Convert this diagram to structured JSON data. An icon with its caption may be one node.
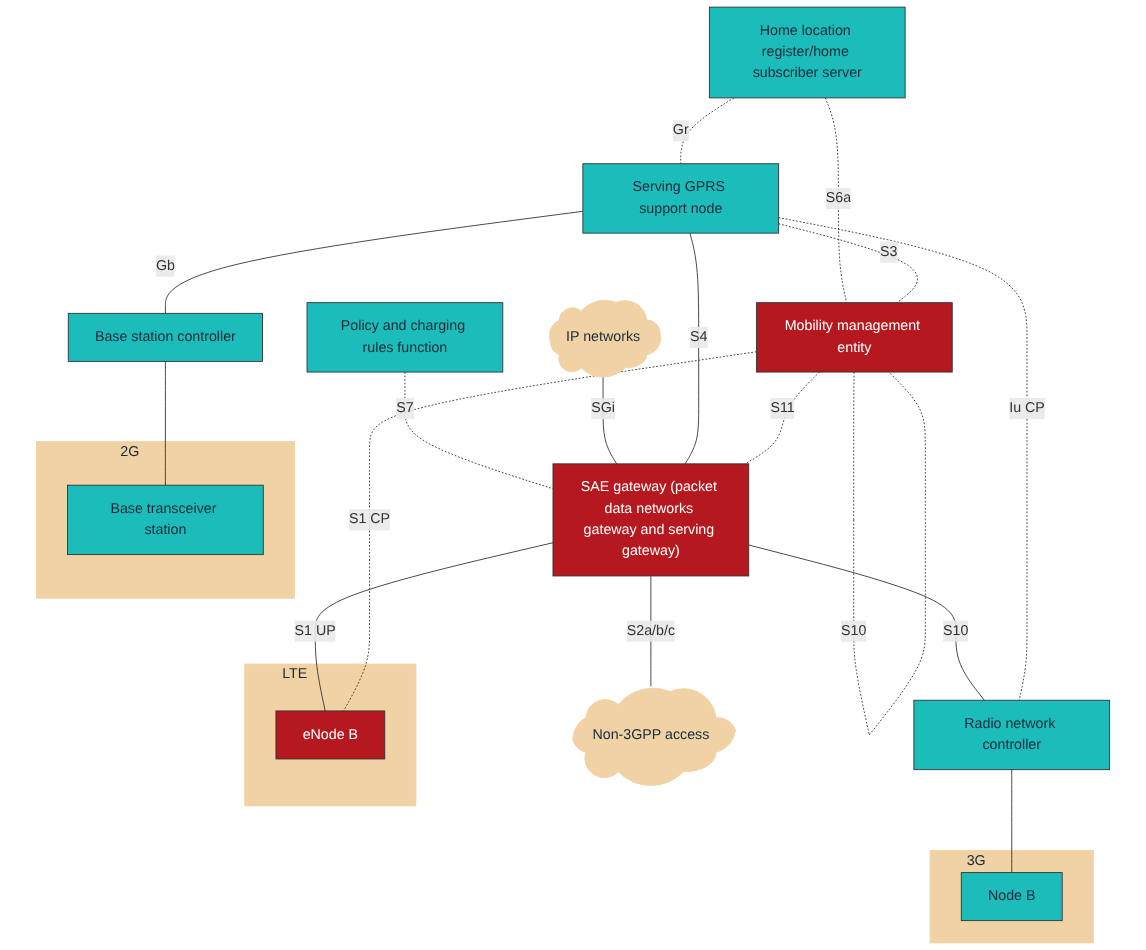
{
  "diagram": {
    "nodes": [
      {
        "text": [
          "Home location register/home subscriber server"
        ]
      },
      {
        "text": [
          "Policy and charging rules function"
        ]
      },
      {
        "text": [
          "IP networks"
        ]
      },
      {
        "text": [
          "Serving GPRS support node"
        ]
      },
      {
        "text": [
          "Mobility management entity"
        ]
      },
      {
        "text": [
          "SAE gateway (packet data networks gateway and serving gateway)"
        ]
      },
      {
        "text": [
          "Non-3GPP access"
        ]
      },
      {
        "text": [
          "Base station controller"
        ]
      },
      {
        "text": [
          "Radio network controller"
        ]
      },
      {
        "text": [
          "2G"
        ]
      },
      {
        "text": [
          "Base transceiver station"
        ],
        "in": 9
      },
      {
        "text": [
          "3G"
        ]
      },
      {
        "text": [
          "Node B"
        ],
        "in": 11
      },
      {
        "text": [
          "LTE"
        ]
      },
      {
        "text": [
          "eNode B"
        ],
        "in": 13
      }
    ],
    "edges": [
      {
        "from": 0,
        "to": 3,
        "arrow": "none",
        "label": "Gr",
        "style": "dashed"
      },
      {
        "from": 0,
        "to": 4,
        "arrow": "none",
        "label": "S6a",
        "style": "dashed"
      },
      {
        "from": 1,
        "to": 5,
        "arrow": "none",
        "label": "S7",
        "style": "dashed"
      },
      {
        "from": 2,
        "to": 5,
        "arrow": "none",
        "label": "SGi"
      },
      {
        "from": 3,
        "to": 5,
        "arrow": "none",
        "label": "S4"
      },
      {
        "from": 3,
        "to": 4,
        "arrow": "none",
        "label": "S3",
        "style": "dashed"
      },
      {
        "from": 4,
        "to": 5,
        "arrow": "none",
        "label": "S11",
        "style": "dashed"
      },
      {
        "from": 4,
        "to": 4,
        "arrow": "none",
        "label": "S10",
        "style": "dashed"
      },
      {
        "from": 5,
        "to": 6,
        "arrow": "none",
        "label": "S2a/b/c"
      },
      {
        "from": 5,
        "to": 14,
        "arrow": "none",
        "label": "S1 UP"
      },
      {
        "from": 4,
        "to": 14,
        "arrow": "none",
        "label": "S1 CP",
        "style": "dashed"
      },
      {
        "from": 5,
        "to": 8,
        "arrow": "none",
        "label": "S10"
      },
      {
        "from": 3,
        "to": 7,
        "arrow": "none",
        "label": "Gb"
      },
      {
        "from": 3,
        "to": 8,
        "arrow": "none",
        "label": "Iu CP",
        "style": "dashed"
      },
      {
        "from": 7,
        "to": 10,
        "arrow": "none"
      },
      {
        "from": 8,
        "to": 12,
        "arrow": "none"
      }
    ]
  }
}
